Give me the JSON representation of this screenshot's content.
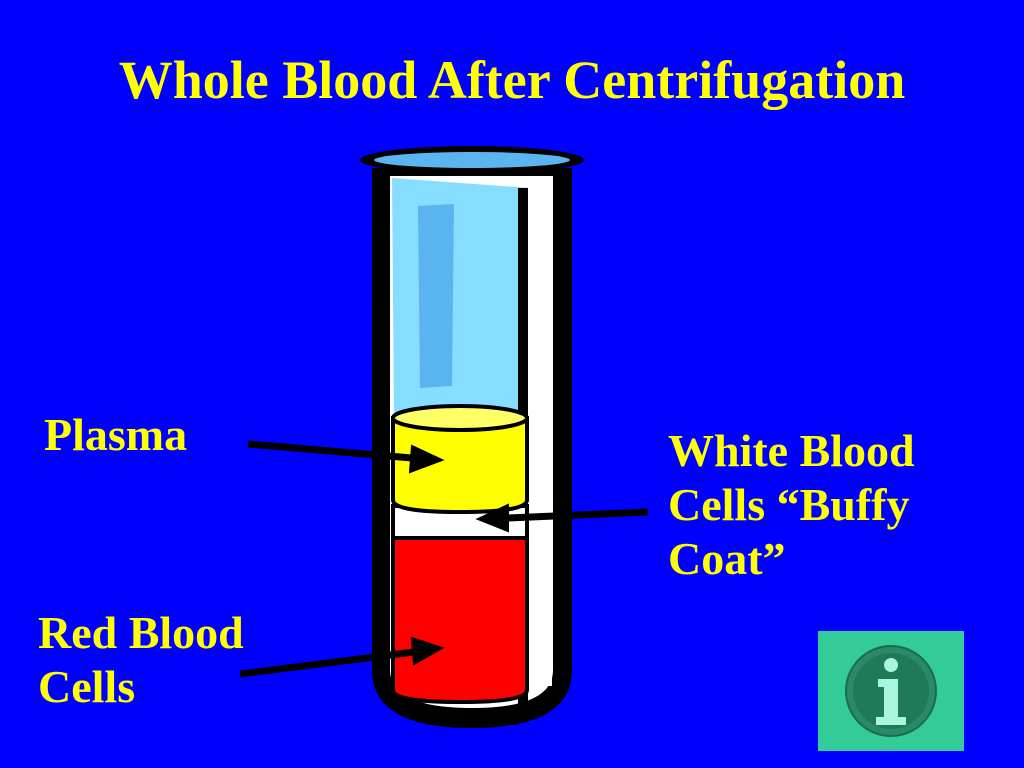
{
  "slide": {
    "title": "Whole Blood After Centrifugation"
  },
  "labels": {
    "plasma": "Plasma",
    "wbc_line1": "White Blood",
    "wbc_line2": "Cells “Buffy",
    "wbc_line3": "Coat”",
    "rbc_line1": "Red Blood",
    "rbc_line2": "Cells"
  },
  "info_button": {
    "icon": "info-icon"
  },
  "colors": {
    "background": "#0000ff",
    "text": "#ffff00",
    "plasma_layer": "#ffff00",
    "buffy_coat": "#ffffff",
    "red_cells": "#ff0000",
    "tube_glass": "#87ddff",
    "info_button": "#33cc99"
  }
}
